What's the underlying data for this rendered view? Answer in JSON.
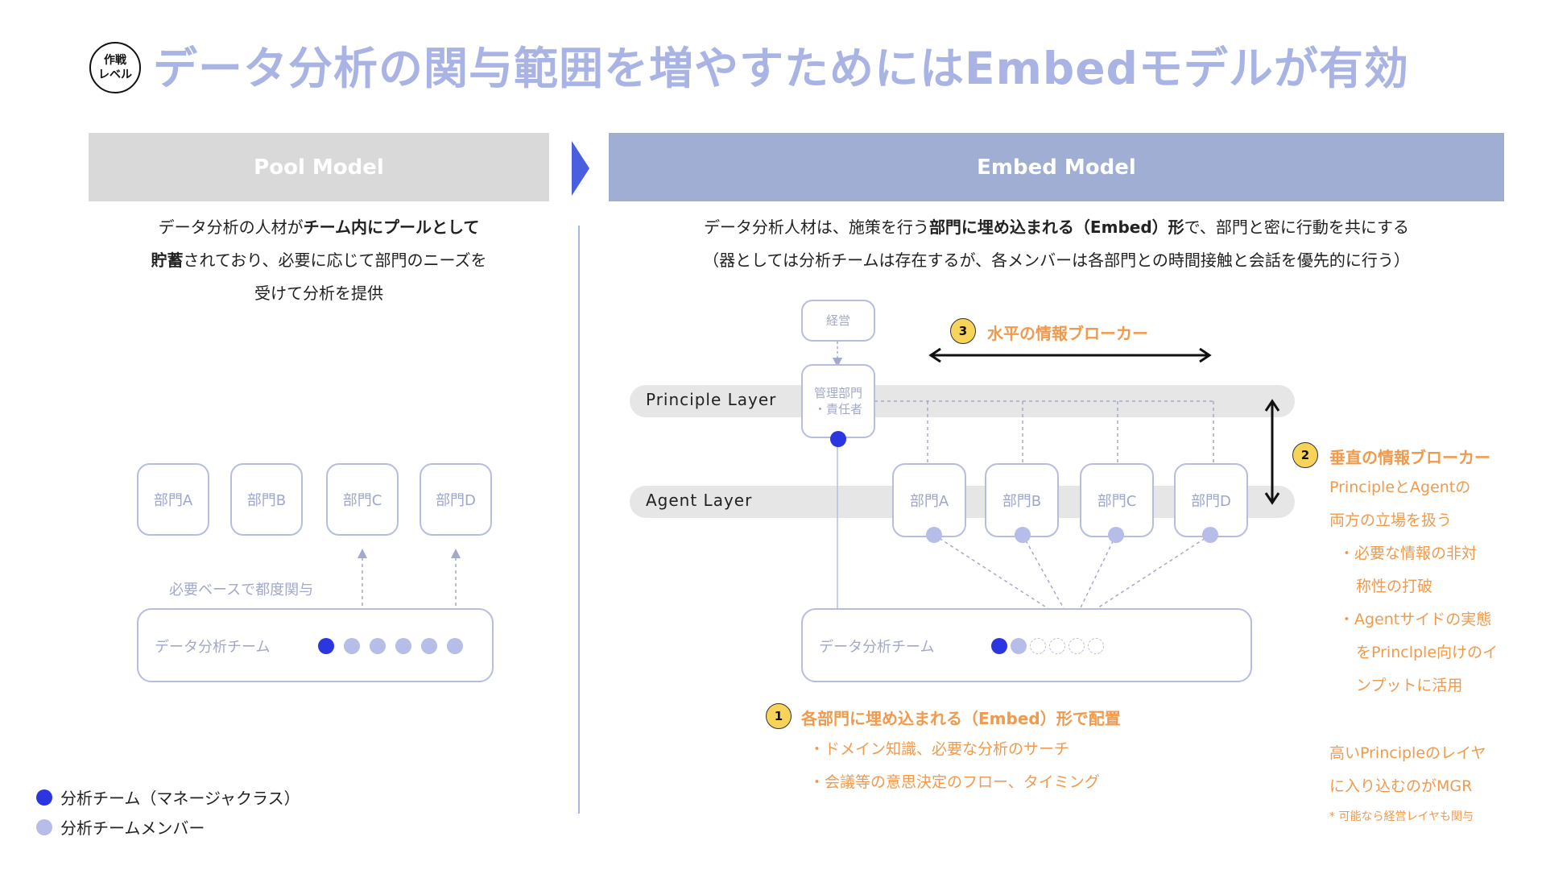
{
  "badge": {
    "line1": "作戦",
    "line2": "レベル"
  },
  "title": "データ分析の関与範囲を増やすためにはEmbedモデルが有効",
  "pool": {
    "header": "Pool Model",
    "desc_line1_pre": "データ分析の人材が",
    "desc_line1_bold": "チーム内にプールとして",
    "desc_line2_bold": "貯蓄",
    "desc_line2_post": "されており、必要に応じて部門のニーズを",
    "desc_line3": "受けて分析を提供",
    "departments": [
      "部門A",
      "部門B",
      "部門C",
      "部門D"
    ],
    "note": "必要ベースで都度関与",
    "team_label": "データ分析チーム"
  },
  "embed": {
    "header": "Embed Model",
    "desc_line1_pre": "データ分析人材は、施策を行う",
    "desc_line1_bold": "部門に埋め込まれる（Embed）形",
    "desc_line1_post": "で、部門と密に行動を共にする",
    "desc_line2": "（器としては分析チームは存在するが、各メンバーは各部門との時間接触と会話を優先的に行う）",
    "exec_label": "経営",
    "mgmt_line1": "管理部門",
    "mgmt_line2": "・責任者",
    "principle_layer": "Principle Layer",
    "agent_layer": "Agent Layer",
    "departments": [
      "部門A",
      "部門B",
      "部門C",
      "部門D"
    ],
    "team_label": "データ分析チーム",
    "broker3": {
      "num": "3",
      "title": "水平の情報ブローカー"
    },
    "broker2": {
      "num": "2",
      "title": "垂直の情報ブローカー",
      "line1": "PrincipleとAgentの",
      "line2": "両方の立場を扱う",
      "bullet1_a": "・必要な情報の非対",
      "bullet1_b": "称性の打破",
      "bullet2_a": "・Agentサイドの実態",
      "bullet2_b": "をPrinclple向けのイ",
      "bullet2_c": "ンプットに活用",
      "mgr_line1": "高いPrincipleのレイヤ",
      "mgr_line2": "に入り込むのがMGR",
      "footnote": "* 可能なら経営レイヤも関与"
    },
    "embed1": {
      "num": "1",
      "title": "各部門に埋め込まれる（Embed）形で配置",
      "bullet1": "・ドメイン知識、必要な分析のサーチ",
      "bullet2": "・会議等の意思決定のフロー、タイミング"
    }
  },
  "legend": {
    "manager": "分析チーム（マネージャクラス）",
    "member": "分析チームメンバー"
  },
  "colors": {
    "accent": "#2b36e0",
    "member": "#b6bde8",
    "orange": "#ef9a4c",
    "title": "#a9b4e5"
  }
}
